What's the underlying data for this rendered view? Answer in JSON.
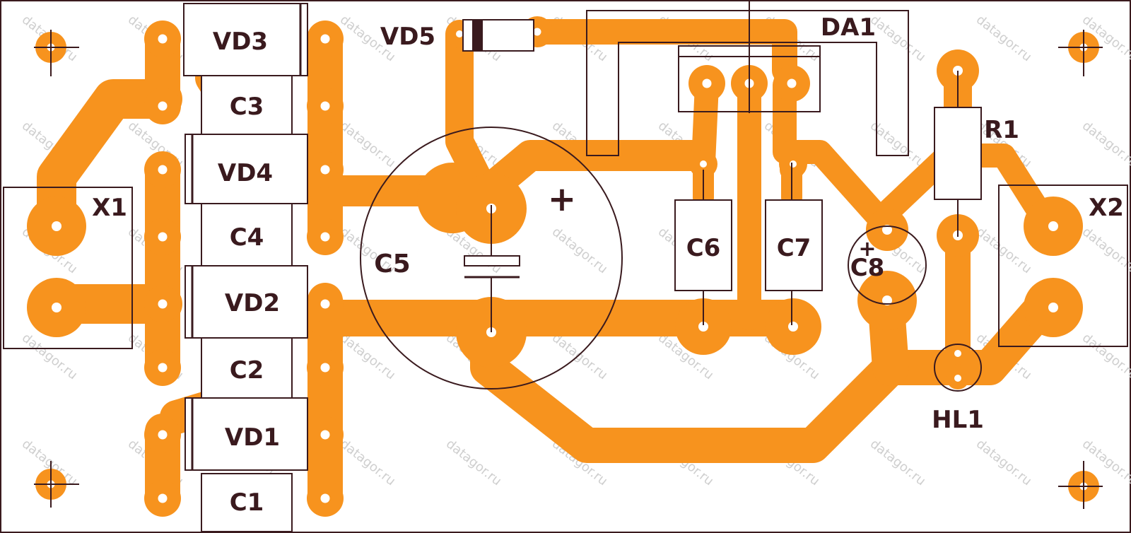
{
  "components": {
    "vd3": "VD3",
    "c3": "C3",
    "vd4": "VD4",
    "c4": "C4",
    "vd2": "VD2",
    "c2": "C2",
    "vd1": "VD1",
    "c1": "C1",
    "vd5": "VD5",
    "da1": "DA1",
    "x1": "X1",
    "x2": "X2",
    "c5": "C5",
    "c6": "C6",
    "c7": "C7",
    "c8": "C8",
    "r1": "R1",
    "hl1": "HL1"
  },
  "polarity_mark": "+",
  "watermark": "datagor.ru",
  "colors": {
    "copper": "#f7931e",
    "silkscreen": "#3a1a1e",
    "board": "#ffffff",
    "watermark": "#cfcfcf"
  }
}
